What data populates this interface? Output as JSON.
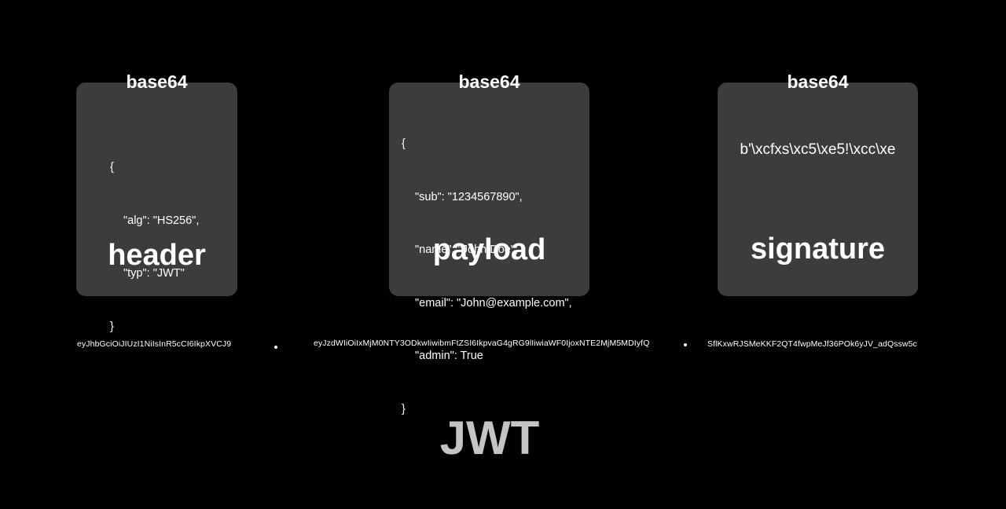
{
  "parts": {
    "header": {
      "encoding_label": "base64",
      "name": "header",
      "json_lines": [
        "{",
        "\"alg\": \"HS256\",",
        "\"typ\": \"JWT\"",
        "}"
      ],
      "encoded": "eyJhbGciOiJIUzI1NiIsInR5cCI6IkpXVCJ9"
    },
    "payload": {
      "encoding_label": "base64",
      "name": "payload",
      "json_lines": [
        "{",
        "\"sub\": \"1234567890\",",
        "\"name\": \"John Doe\",",
        "\"email\": \"John@example.com\",",
        "\"admin\": True",
        "}"
      ],
      "encoded": "eyJzdWIiOiIxMjM0NTY3ODkwIiwibmFtZSI6IkpvaG4gRG9lIiwiaWF0IjoxNTE2MjM5MDIyfQ"
    },
    "signature": {
      "encoding_label": "base64",
      "name": "signature",
      "raw": "b'\\xcfxs\\xc5\\xe5!\\xcc\\xe",
      "encoded": "SflKxwRJSMeKKF2QT4fwpMeJf36POk6yJV_adQssw5c"
    }
  },
  "title": "JWT",
  "colors": {
    "background": "#000000",
    "card": "#3c3c3c",
    "text": "#ffffff",
    "title": "#c4c4c4"
  }
}
